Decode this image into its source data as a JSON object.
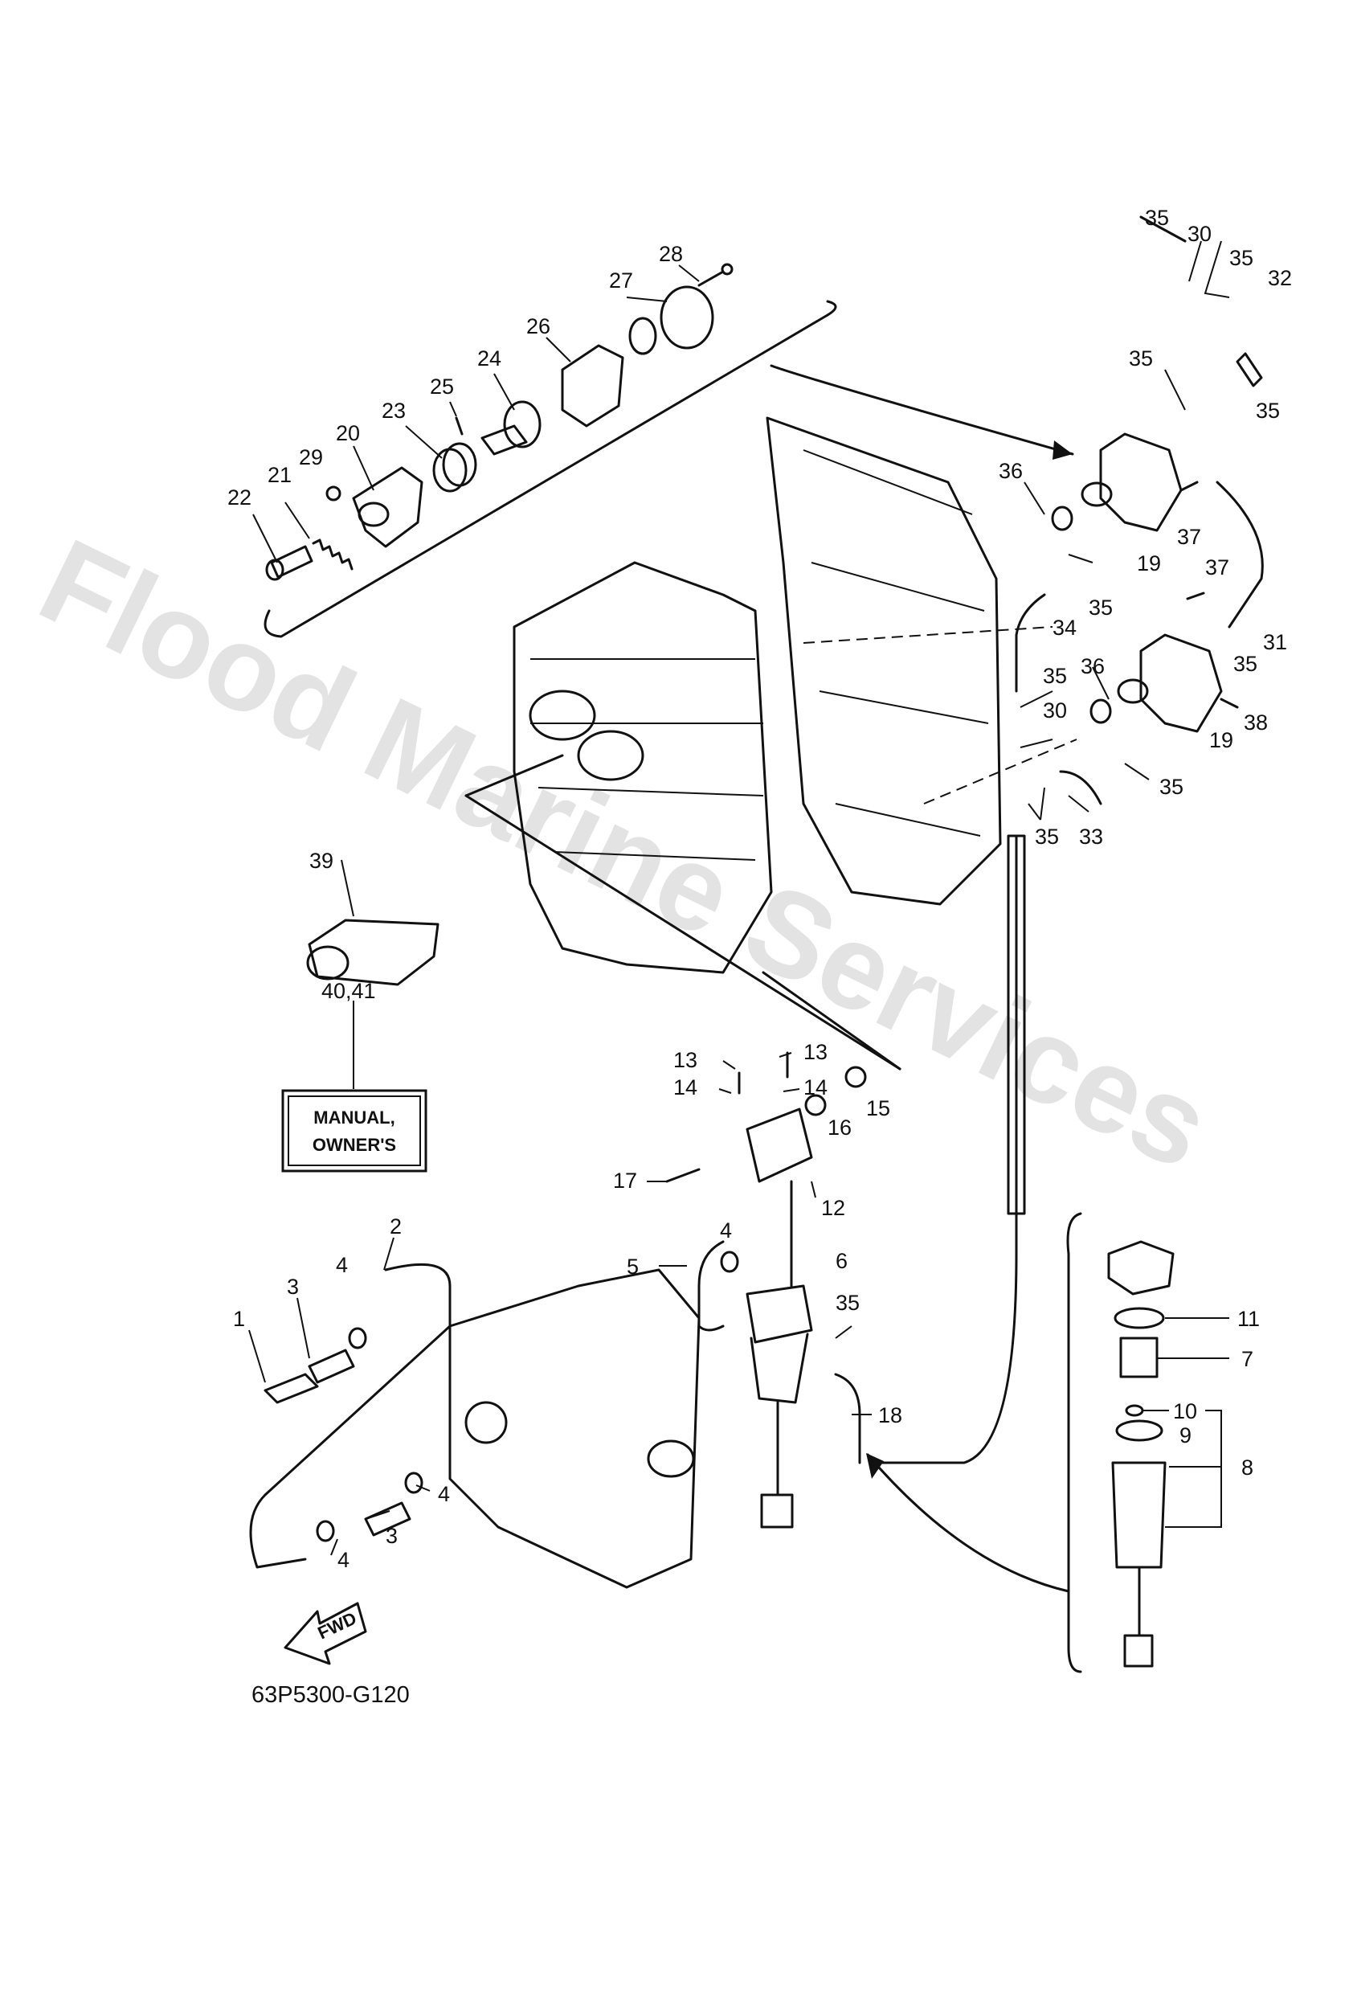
{
  "diagram_code": "63P5300-G120",
  "watermark": "Flood Marine Services",
  "manual_box": {
    "line1": "MANUAL,",
    "line2": "OWNER'S"
  },
  "fwd_label": "FWD",
  "callouts": {
    "c1": "1",
    "c2": "2",
    "c3a": "3",
    "c3b": "3",
    "c4a": "4",
    "c4b": "4",
    "c4c": "4",
    "c4d": "4",
    "c5": "5",
    "c6": "6",
    "c7": "7",
    "c8": "8",
    "c9": "9",
    "c10": "10",
    "c11": "11",
    "c12": "12",
    "c13a": "13",
    "c13b": "13",
    "c14a": "14",
    "c14b": "14",
    "c15": "15",
    "c16": "16",
    "c17": "17",
    "c18": "18",
    "c19a": "19",
    "c19b": "19",
    "c20": "20",
    "c21": "21",
    "c22": "22",
    "c23": "23",
    "c24": "24",
    "c25": "25",
    "c26": "26",
    "c27": "27",
    "c28": "28",
    "c29": "29",
    "c30a": "30",
    "c30b": "30",
    "c31": "31",
    "c32": "32",
    "c33": "33",
    "c34": "34",
    "c35a": "35",
    "c35b": "35",
    "c35c": "35",
    "c35d": "35",
    "c35e": "35",
    "c35f": "35",
    "c35g": "35",
    "c35h": "35",
    "c35i": "35",
    "c36a": "36",
    "c36b": "36",
    "c37a": "37",
    "c37b": "37",
    "c38": "38",
    "c39": "39",
    "c4041": "40,41"
  }
}
